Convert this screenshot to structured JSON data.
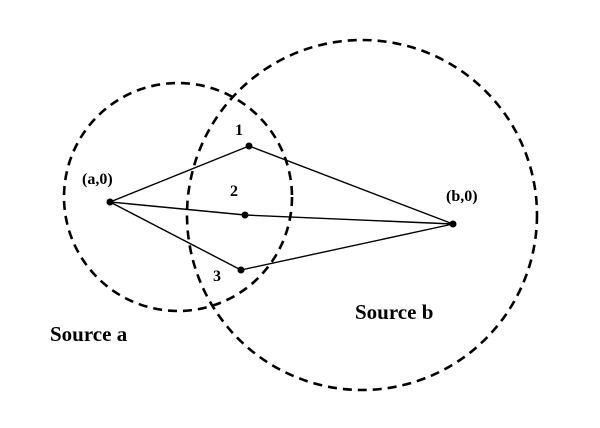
{
  "diagram": {
    "labels": {
      "source_a_point": "(a,0)",
      "source_b_point": "(b,0)",
      "point_1": "1",
      "point_2": "2",
      "point_3": "3",
      "source_a": "Source a",
      "source_b": "Source b"
    },
    "colors": {
      "ink": "#000000",
      "background": "#ffffff"
    }
  }
}
